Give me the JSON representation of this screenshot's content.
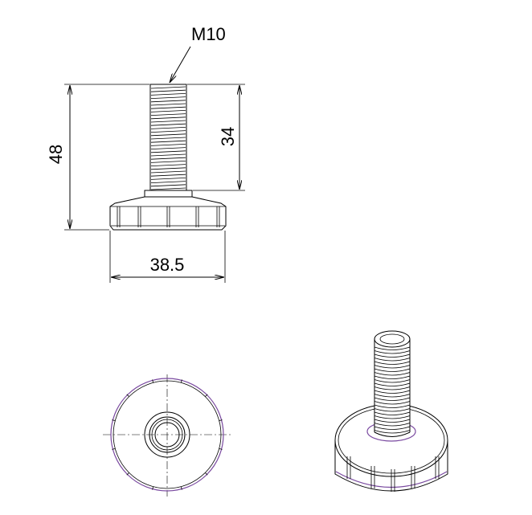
{
  "drawing": {
    "thread_label": "M10",
    "total_height_label": "48",
    "thread_length_label": "34",
    "base_diameter_label": "38.5"
  },
  "colors": {
    "line": "#000000",
    "accent_edge": "#7a4aa0",
    "background": "#ffffff"
  }
}
